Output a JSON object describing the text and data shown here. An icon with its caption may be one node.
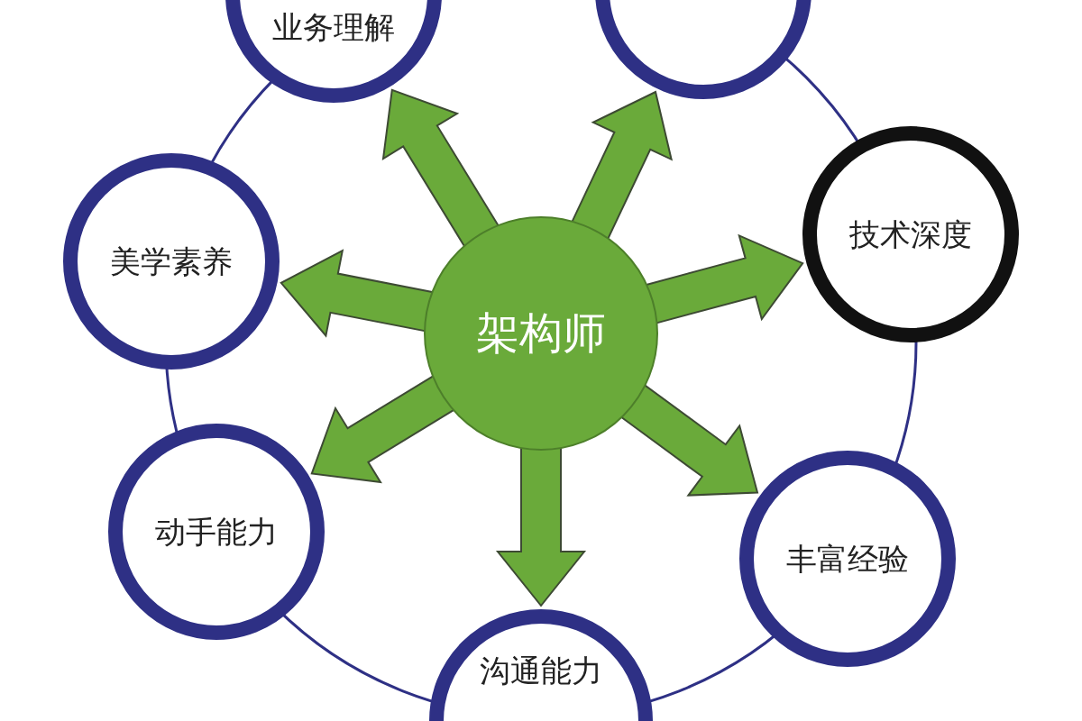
{
  "diagram": {
    "nodes": [
      {
        "text": [
          "业务理解"
        ]
      },
      {
        "text": [],
        "shape": "circle"
      },
      {
        "text": [
          "美学素养"
        ]
      },
      {
        "text": [
          "架构师"
        ]
      },
      {
        "text": [
          "技术深度"
        ]
      },
      {
        "text": [
          "动手能力"
        ]
      },
      {
        "text": [
          "丰富经验"
        ]
      },
      {
        "text": [
          "沟通能力"
        ]
      }
    ],
    "edges": [
      {
        "from": 3,
        "to": 0,
        "arrow": "to"
      },
      {
        "from": 3,
        "to": 1,
        "arrow": "to"
      },
      {
        "from": 3,
        "to": 2,
        "arrow": "to"
      },
      {
        "from": 3,
        "to": 4,
        "arrow": "to"
      },
      {
        "from": 3,
        "to": 5,
        "arrow": "to"
      },
      {
        "from": 3,
        "to": 6,
        "arrow": "to"
      },
      {
        "from": 3,
        "to": 7,
        "arrow": "to"
      }
    ]
  }
}
